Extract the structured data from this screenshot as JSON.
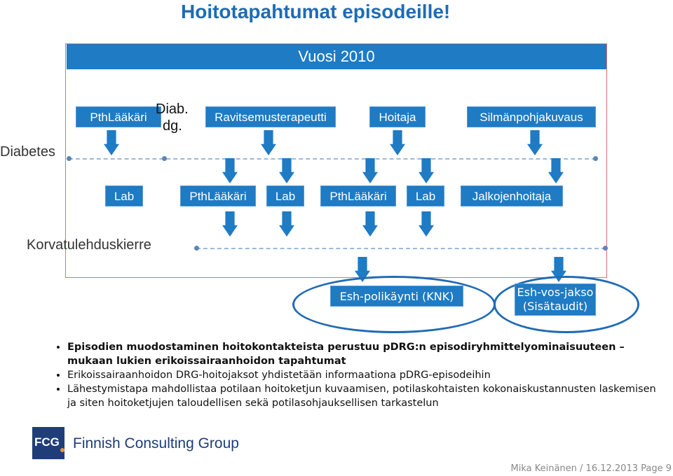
{
  "title": "Hoitotapahtumat episodeille!",
  "year_banner": "Vuosi 2010",
  "episodes": {
    "diabetes": "Diabetes",
    "korvatulehdus": "Korvatulehduskierre"
  },
  "row1": {
    "box1": "PthLääkäri",
    "diag_line1": "Diab.",
    "diag_line2": "dg.",
    "box2": "Ravitsemusterapeutti",
    "box3": "Hoitaja",
    "box4": "Silmänpohjakuvaus"
  },
  "row2": {
    "box1": "Lab",
    "box2": "PthLääkäri",
    "box3": "Lab",
    "box4": "PthLääkäri",
    "box5": "Lab",
    "box6": "Jalkojenhoitaja"
  },
  "row3": {
    "box1": "Esh-polikäynti (KNK)",
    "box2_line1": "Esh-vos-jakso",
    "box2_line2": "(Sisätaudit)"
  },
  "bullets": [
    {
      "text": "Episodien muodostaminen hoitokontakteista perustuu pDRG:n episodiryhmittelyominaisuuteen – mukaan lukien erikoissairaanhoidon tapahtumat",
      "bold": true
    },
    {
      "text": "Erikoissairaanhoidon DRG-hoitojaksot yhdistetään informaationa pDRG-episodeihin",
      "bold": false
    },
    {
      "text": "Lähestymistapa mahdollistaa potilaan hoitoketjun kuvaamisen, potilaskohtaisten kokonaiskustannusten laskemisen ja siten hoitoketjujen taloudellisen sekä potilasohjauksellisen tarkastelun",
      "bold": false
    }
  ],
  "logo": {
    "mark": "FCG",
    "name": "Finnish Consulting Group"
  },
  "footer": "Mika Keinänen / 16.12.2013 Page 9"
}
